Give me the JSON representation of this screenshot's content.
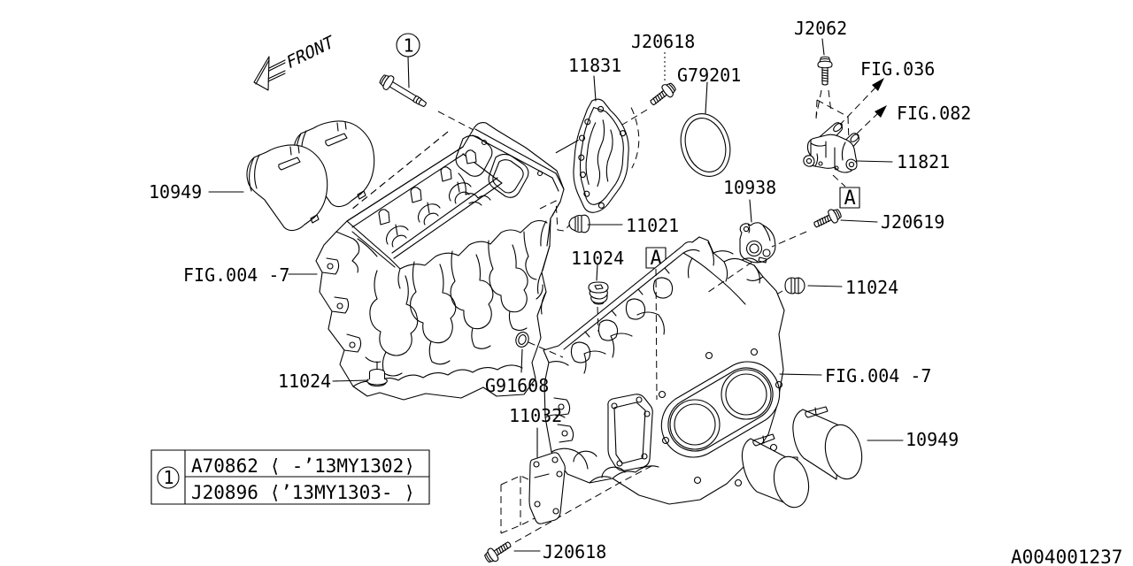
{
  "diagram": {
    "front_indicator": "FRONT",
    "drawing_number": "A004001237",
    "line_color": "#000000",
    "background_color": "#ffffff"
  },
  "callouts": {
    "circle_1": "1",
    "box_a_right": "A",
    "box_a_left": "A"
  },
  "labels": {
    "liner_left": "10949",
    "fig_ref_block_left": "FIG.004 -7",
    "plug_bottom_left": "11024",
    "bolt_top": "J20618",
    "cover_plate": "11831",
    "oring": "G79201",
    "bolt_j2062": "J2062",
    "fig_ref_036": "FIG.036",
    "fig_ref_082": "FIG.082",
    "water_connector": "11821",
    "sensor_bracket": "10938",
    "bolt_j20619": "J20619",
    "plug_11021": "11021",
    "plug_center": "11024",
    "plug_right": "11024",
    "seal_g91608": "G91608",
    "fig_ref_block_right": "FIG.004 -7",
    "liner_right": "10949",
    "baffle_plate": "11032",
    "bolt_bottom": "J20618"
  },
  "legend": {
    "marker": "1",
    "rows": [
      {
        "text": "A70862 ⟨ -’13MY1302⟩"
      },
      {
        "text": "J20896 ⟨’13MY1303- ⟩"
      }
    ]
  }
}
